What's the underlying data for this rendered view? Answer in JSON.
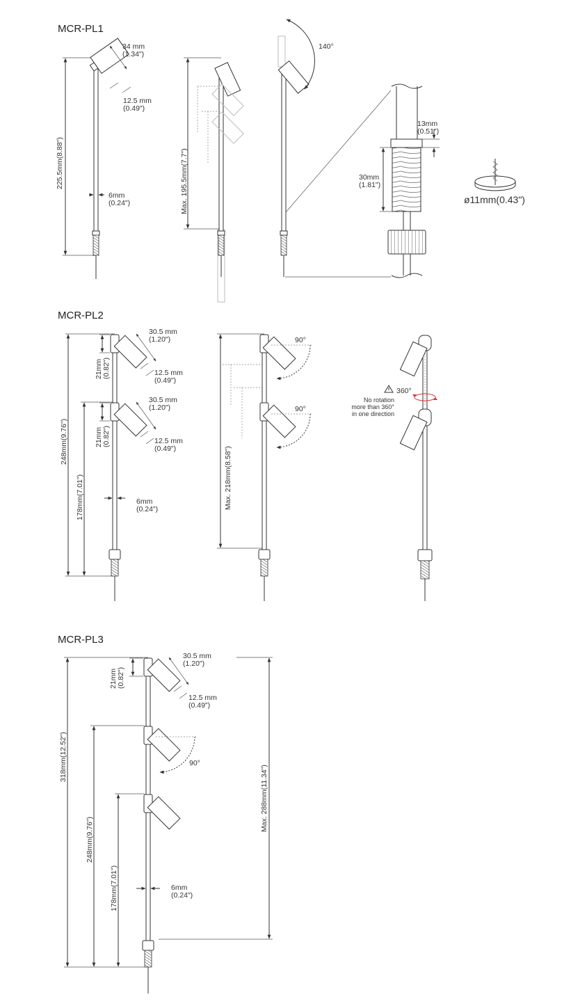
{
  "pl1": {
    "title": "MCR-PL1",
    "head_width_mm": "34 mm",
    "head_width_in": "(1.34\")",
    "head_len_mm": "12.5 mm",
    "head_len_in": "(0.49\")",
    "rod_mm": "6mm",
    "rod_in": "(0.24\")",
    "height": "225.5mm(8.88\")",
    "max_height": "Max. 195.5mm(7.7\")",
    "angle": "140°",
    "nut_mm": "13mm",
    "nut_in": "(0.51\")",
    "thread_mm": "30mm",
    "thread_in": "(1.81\")",
    "hole": "ø11mm(0.43\")"
  },
  "pl2": {
    "title": "MCR-PL2",
    "head_width_mm": "30.5 mm",
    "head_width_in": "(1.20\")",
    "clamp_mm": "21mm",
    "clamp_in": "(0.82\")",
    "head_len_mm": "12.5 mm",
    "head_len_in": "(0.49\")",
    "rod_mm": "6mm",
    "rod_in": "(0.24\")",
    "height": "248mm(9.76\")",
    "lower_height": "178mm(7.01\")",
    "max_height": "Max. 218mm(8.58\")",
    "angle": "90°",
    "rotation": "360°",
    "warning_line1": "No rotation",
    "warning_line2": "more than 360°",
    "warning_line3": "in one direction"
  },
  "pl3": {
    "title": "MCR-PL3",
    "head_width_mm": "30.5 mm",
    "head_width_in": "(1.20\")",
    "clamp_mm": "21mm",
    "clamp_in": "(0.82\")",
    "head_len_mm": "12.5 mm",
    "head_len_in": "(0.49\")",
    "angle": "90°",
    "height": "318mm(12.52\")",
    "mid_height": "248mm(9.76\")",
    "lower_height": "178mm(7.01\")",
    "max_height": "Max. 288mm(11.34\")",
    "rod_mm": "6mm",
    "rod_in": "(0.24\")"
  }
}
